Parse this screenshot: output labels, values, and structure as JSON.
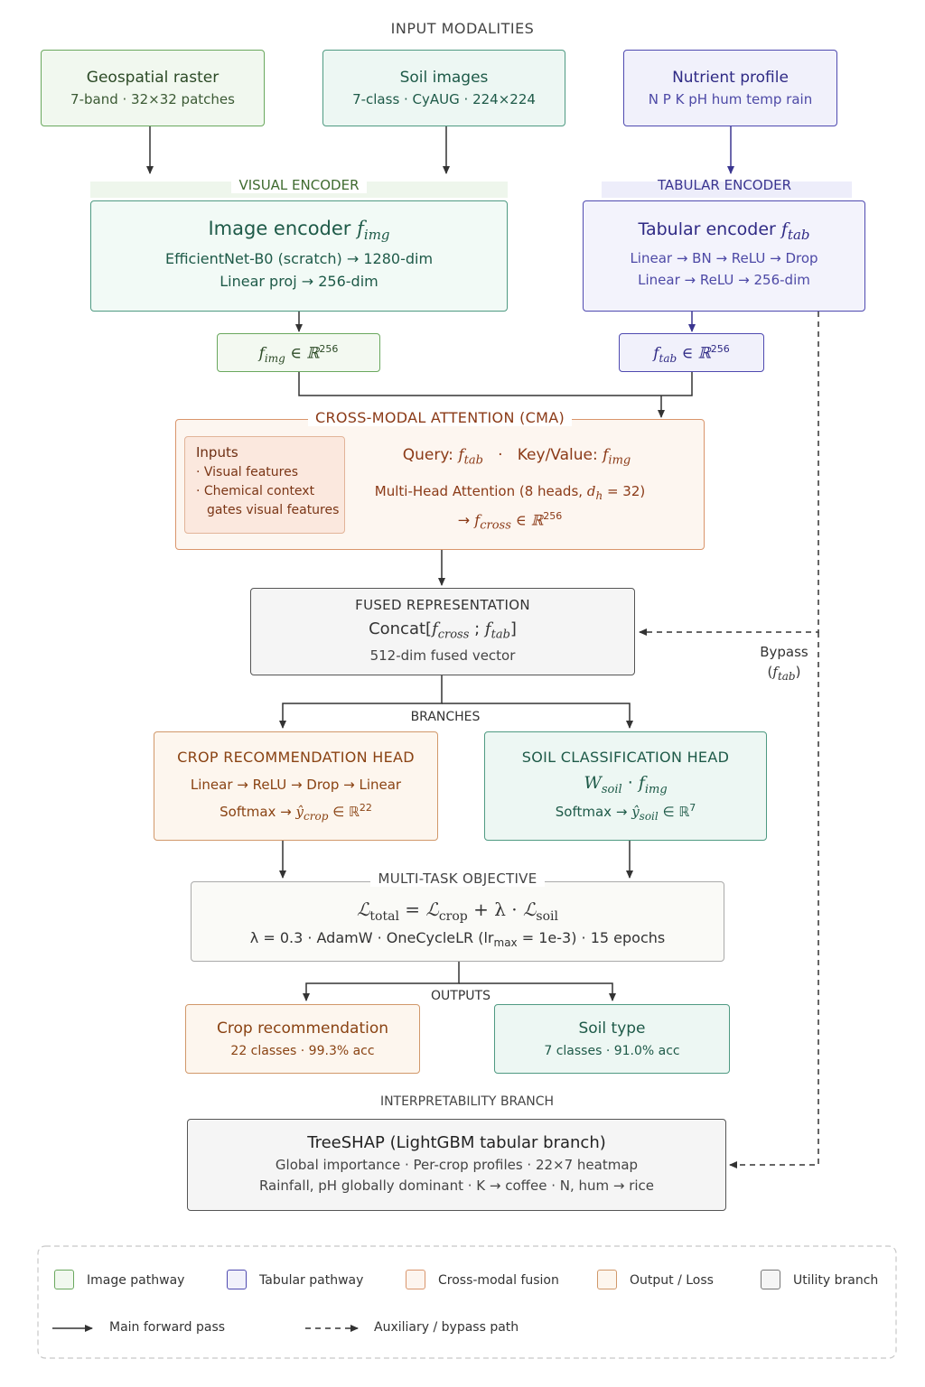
{
  "header": {
    "title": "INPUT MODALITIES"
  },
  "inputs": {
    "geo": {
      "title": "Geospatial raster",
      "sub": "7-band · 32×32 patches"
    },
    "soil": {
      "title": "Soil images",
      "sub": "7-class · CyAUG · 224×224"
    },
    "nutrient": {
      "title": "Nutrient profile",
      "sub": "N P K pH hum temp rain"
    }
  },
  "visual_encoder": {
    "section": "VISUAL ENCODER",
    "title": "Image encoder",
    "symbol": "f",
    "symbol_sub": "img",
    "line1": "EfficientNet-B0 (scratch) → 1280-dim",
    "line2": "Linear proj → 256-dim",
    "output": "f",
    "output_sub": "img",
    "output_set": " ∈ ℝ",
    "output_sup": "256"
  },
  "tabular_encoder": {
    "section": "TABULAR ENCODER",
    "title": "Tabular encoder",
    "symbol": "f",
    "symbol_sub": "tab",
    "line1": "Linear → BN → ReLU → Drop",
    "line2": "Linear → ReLU → 256-dim",
    "output": "f",
    "output_sub": "tab",
    "output_set": " ∈ ℝ",
    "output_sup": "256"
  },
  "cma": {
    "section": "CROSS-MODAL ATTENTION (CMA)",
    "inputs_title": "Inputs",
    "inputs_items": [
      "· Visual features",
      "· Chemical context",
      "gates visual features"
    ],
    "query_label": "Query:",
    "query_sym": "f",
    "query_sub": "tab",
    "kv_label": "Key/Value:",
    "kv_sym": "f",
    "kv_sub": "img",
    "dot": "·",
    "mha": "Multi-Head Attention (8 heads,",
    "mha_sym": "d",
    "mha_sub": "h",
    "mha_end": " = 32)",
    "out_arrow": "→",
    "out_sym": "f",
    "out_sub": "cross",
    "out_set": " ∈ ℝ",
    "out_sup": "256"
  },
  "fused": {
    "title": "FUSED REPRESENTATION",
    "concat": "Concat[",
    "sym1": "f",
    "sub1": "cross",
    "sep": " ; ",
    "sym2": "f",
    "sub2": "tab",
    "close": "]",
    "sub": "512-dim fused vector"
  },
  "bypass": {
    "label": "Bypass",
    "sym": "f",
    "sub": "tab",
    "open": "(",
    "close": ")"
  },
  "branches": {
    "label": "BRANCHES"
  },
  "crop_head": {
    "title": "CROP RECOMMENDATION HEAD",
    "line1": "Linear → ReLU → Drop → Linear",
    "line2_pre": "Softmax →",
    "sym": "ŷ",
    "sub": "crop",
    "set": " ∈ ℝ",
    "sup": "22"
  },
  "soil_head": {
    "title": "SOIL CLASSIFICATION HEAD",
    "w": "W",
    "w_sub": "soil",
    "dot": " · ",
    "f": "f",
    "f_sub": "img",
    "line2_pre": "Softmax →",
    "sym": "ŷ",
    "sub": "soil",
    "set": " ∈ ℝ",
    "sup": "7"
  },
  "objective": {
    "section": "MULTI-TASK OBJECTIVE",
    "L": "ℒ",
    "sub_total": "total",
    "eq": " = ",
    "sub_crop": "crop",
    "plus": " + λ · ",
    "sub_soil": "soil",
    "line2_pre": "λ = 0.3 · AdamW · OneCycleLR (lr",
    "line2_sub": "max",
    "line2_post": " = 1e-3) · 15 epochs"
  },
  "outputs": {
    "label": "OUTPUTS",
    "crop": {
      "title": "Crop recommendation",
      "sub": "22 classes · 99.3% acc"
    },
    "soil": {
      "title": "Soil type",
      "sub": "7 classes · 91.0% acc"
    }
  },
  "interpret": {
    "section": "INTERPRETABILITY BRANCH",
    "title": "TreeSHAP (LightGBM tabular branch)",
    "line1": "Global importance · Per-crop profiles · 22×7 heatmap",
    "line2": "Rainfall, pH globally dominant · K → coffee · N, hum → rice"
  },
  "legend": {
    "items": [
      {
        "label": "Image pathway",
        "color": "#6aa85e"
      },
      {
        "label": "Tabular pathway",
        "color": "#4f4ab0"
      },
      {
        "label": "Cross-modal fusion",
        "color": "#d9956c"
      },
      {
        "label": "Output / Loss",
        "color": "#d1986a"
      },
      {
        "label": "Utility branch",
        "color": "#777777"
      }
    ],
    "main_pass": "Main forward pass",
    "aux_path": "Auxiliary / bypass path"
  }
}
